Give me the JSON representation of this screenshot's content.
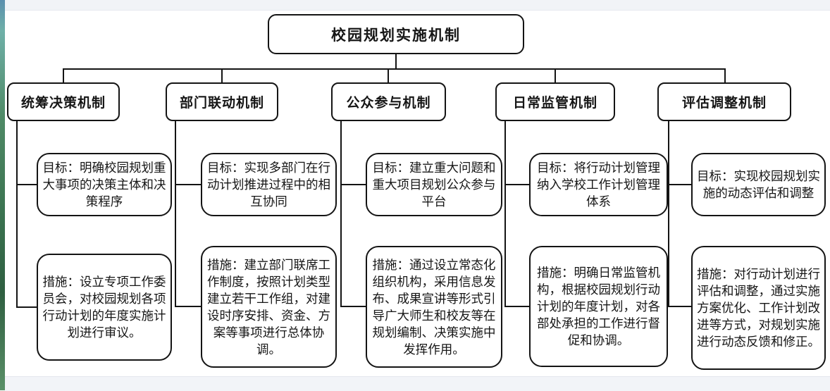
{
  "diagram": {
    "root": "校园规划实施机制",
    "branches": [
      {
        "label": "统筹决策机制",
        "goal": "目标：明确校园规划重大事项的决策主体和决策程序",
        "measure": "措施：设立专项工作委员会，对校园规划各项行动计划的年度实施计划进行审议。"
      },
      {
        "label": "部门联动机制",
        "goal": "目标：实现多部门在行动计划推进过程中的相互协同",
        "measure": "措施：建立部门联席工作制度，按照计划类型建立若干工作组，对建设时序安排、资金、方案等事项进行总体协调。"
      },
      {
        "label": "公众参与机制",
        "goal": "目标：建立重大问题和重大项目规划公众参与平台",
        "measure": "措施：通过设立常态化组织机构，采用信息发布、成果宣讲等形式引导广大师生和校友等在规划编制、决策实施中发挥作用。"
      },
      {
        "label": "日常监管机制",
        "goal": "目标：将行动计划管理纳入学校工作计划管理体系",
        "measure": "措施：明确日常监管机构，根据校园规划行动计划的年度计划，对各部处承担的工作进行督促和协调。"
      },
      {
        "label": "评估调整机制",
        "goal": "目标：实现校园规划实施的动态评估和调整",
        "measure": "措施：对行动计划进行评估和调整，通过实施方案优化、工作计划改进等方式，对规划实施进行动态反馈和修正。"
      }
    ],
    "colors": {
      "line": "#141414",
      "box_background": "#ffffff",
      "chrome_strip": "#f1f3f7"
    }
  }
}
